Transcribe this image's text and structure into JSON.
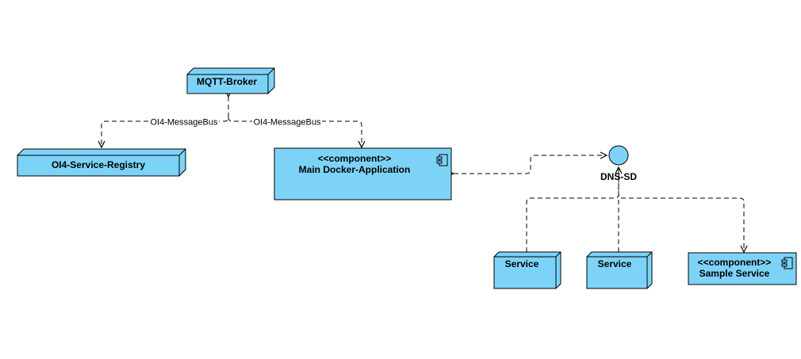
{
  "nodes": {
    "mqtt_broker": {
      "label": "MQTT-Broker"
    },
    "registry": {
      "label": "OI4-Service-Registry"
    },
    "main_app": {
      "stereotype": "<<component>>",
      "label": "Main Docker-Application"
    },
    "dns_sd": {
      "label": "DNS-SD"
    },
    "service_1": {
      "label": "Service"
    },
    "service_2": {
      "label": "Service"
    },
    "sample_service": {
      "stereotype": "<<component>>",
      "label": "Sample Service"
    }
  },
  "edges": {
    "bus_registry": {
      "label": "OI4-MessageBus"
    },
    "bus_main": {
      "label": "OI4-MessageBus"
    }
  },
  "colors": {
    "node_fill": "#7dd3f7",
    "node_stroke": "#000000"
  },
  "icons": {
    "node_shape": "3d-box",
    "component_glyph": "component-icon",
    "interface": "circle"
  }
}
